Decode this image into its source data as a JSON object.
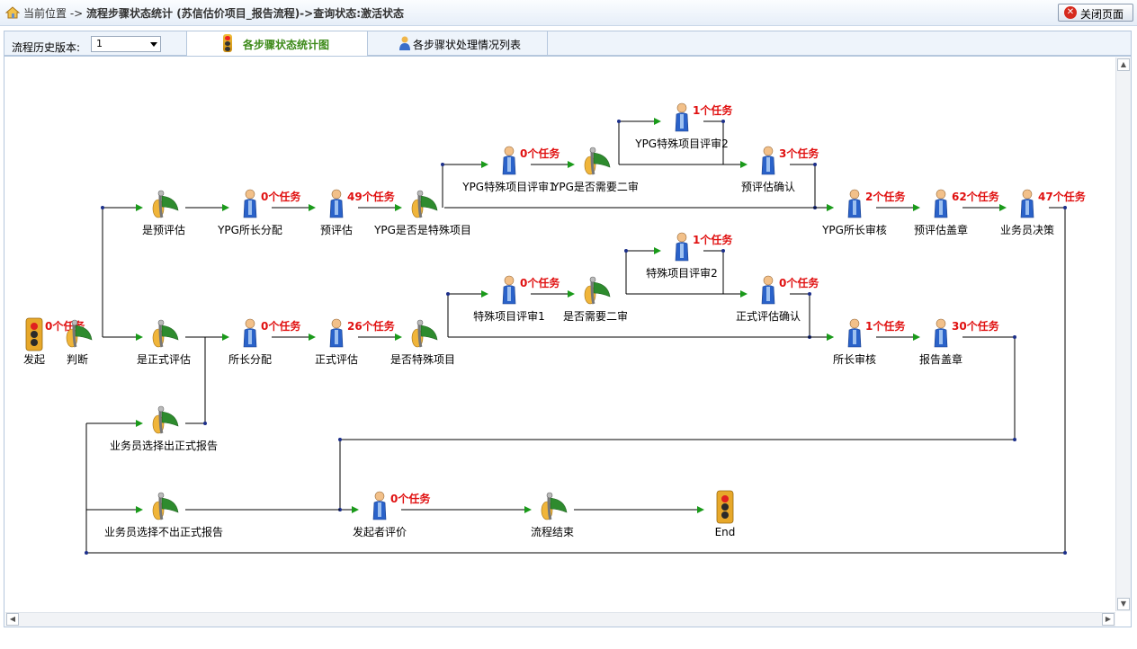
{
  "breadcrumb": {
    "prefix": "当前位置 ->",
    "path": "流程步骤状态统计 (苏信估价项目_报告流程)->查询状态:激活状态"
  },
  "close_button": {
    "label": "关闭页面"
  },
  "toolbar": {
    "version_label": "流程历史版本:",
    "version_value": "1"
  },
  "tabs": [
    {
      "label": "各步骤状态统计图",
      "icon": "traffic-light-icon",
      "active": true
    },
    {
      "label": "各步骤状处理情况列表",
      "icon": "people-icon",
      "active": false
    }
  ],
  "colors": {
    "count": "#e01010",
    "line_green": "#1a9a1a",
    "node_blue": "#2a62c9",
    "accent": "#3d8a1a"
  },
  "flow": {
    "nodes": [
      {
        "id": "start",
        "type": "light",
        "label": "发起",
        "count": "0个任务"
      },
      {
        "id": "judge",
        "type": "decision",
        "label": "判断"
      },
      {
        "id": "pre_eval",
        "type": "decision",
        "label": "是预评估"
      },
      {
        "id": "ypg_assign",
        "type": "person",
        "label": "YPG所长分配",
        "count": "0个任务"
      },
      {
        "id": "pre_assess",
        "type": "person",
        "label": "预评估",
        "count": "49个任务"
      },
      {
        "id": "ypg_special",
        "type": "decision",
        "label": "YPG是否是特殊项目"
      },
      {
        "id": "ypg_sp_review1",
        "type": "person",
        "label": "YPG特殊项目评审1",
        "count": "0个任务"
      },
      {
        "id": "ypg_need2",
        "type": "decision",
        "label": "YPG是否需要二审"
      },
      {
        "id": "ypg_sp_review2",
        "type": "person",
        "label": "YPG特殊项目评审2",
        "count": "1个任务"
      },
      {
        "id": "pre_confirm",
        "type": "person",
        "label": "预评估确认",
        "count": "3个任务"
      },
      {
        "id": "ypg_dir_review",
        "type": "person",
        "label": "YPG所长审核",
        "count": "2个任务"
      },
      {
        "id": "pre_stamp",
        "type": "person",
        "label": "预评估盖章",
        "count": "62个任务"
      },
      {
        "id": "biz_decide",
        "type": "person",
        "label": "业务员决策",
        "count": "47个任务"
      },
      {
        "id": "formal_eval",
        "type": "decision",
        "label": "是正式评估"
      },
      {
        "id": "dir_assign",
        "type": "person",
        "label": "所长分配",
        "count": "0个任务"
      },
      {
        "id": "formal_assess",
        "type": "person",
        "label": "正式评估",
        "count": "26个任务"
      },
      {
        "id": "is_special",
        "type": "decision",
        "label": "是否特殊项目"
      },
      {
        "id": "sp_review1",
        "type": "person",
        "label": "特殊项目评审1",
        "count": "0个任务"
      },
      {
        "id": "need2",
        "type": "decision",
        "label": "是否需要二审"
      },
      {
        "id": "sp_review2",
        "type": "person",
        "label": "特殊项目评审2",
        "count": "1个任务"
      },
      {
        "id": "formal_confirm",
        "type": "person",
        "label": "正式评估确认",
        "count": "0个任务"
      },
      {
        "id": "dir_review",
        "type": "person",
        "label": "所长审核",
        "count": "1个任务"
      },
      {
        "id": "report_stamp",
        "type": "person",
        "label": "报告盖章",
        "count": "30个任务"
      },
      {
        "id": "choose_formal",
        "type": "decision",
        "label": "业务员选择出正式报告"
      },
      {
        "id": "choose_no_formal",
        "type": "decision",
        "label": "业务员选择不出正式报告"
      },
      {
        "id": "initiator_eval",
        "type": "person",
        "label": "发起者评价",
        "count": "0个任务"
      },
      {
        "id": "flow_end",
        "type": "decision",
        "label": "流程结束"
      },
      {
        "id": "end",
        "type": "light",
        "label": "End"
      }
    ]
  }
}
